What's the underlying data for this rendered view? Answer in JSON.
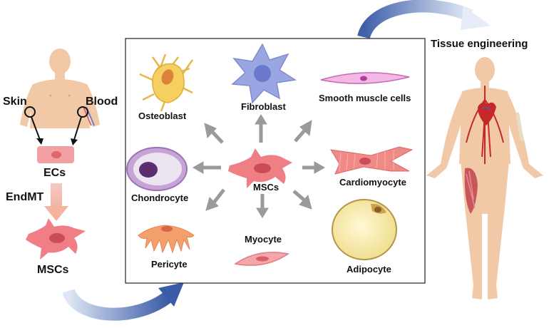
{
  "left": {
    "skin": "Skin",
    "blood": "Blood",
    "ecs": "ECs",
    "endmt": "EndMT",
    "mscs": "MSCs"
  },
  "center": {
    "osteoblast": "Osteoblast",
    "fibroblast": "Fibroblast",
    "smooth_muscle": "Smooth muscle cells",
    "chondrocyte": "Chondrocyte",
    "mscs": "MSCs",
    "cardiomyocyte": "Cardiomyocyte",
    "pericyte": "Pericyte",
    "myocyte": "Myocyte",
    "adipocyte": "Adipocyte"
  },
  "right": {
    "tissue_engineering": "Tissue engineering"
  },
  "colors": {
    "skin_tone": "#f2c9a6",
    "arrow_gray": "#9a9a9a",
    "curve_blue": "#4a6fb5",
    "msc_red": "#e8737a"
  }
}
